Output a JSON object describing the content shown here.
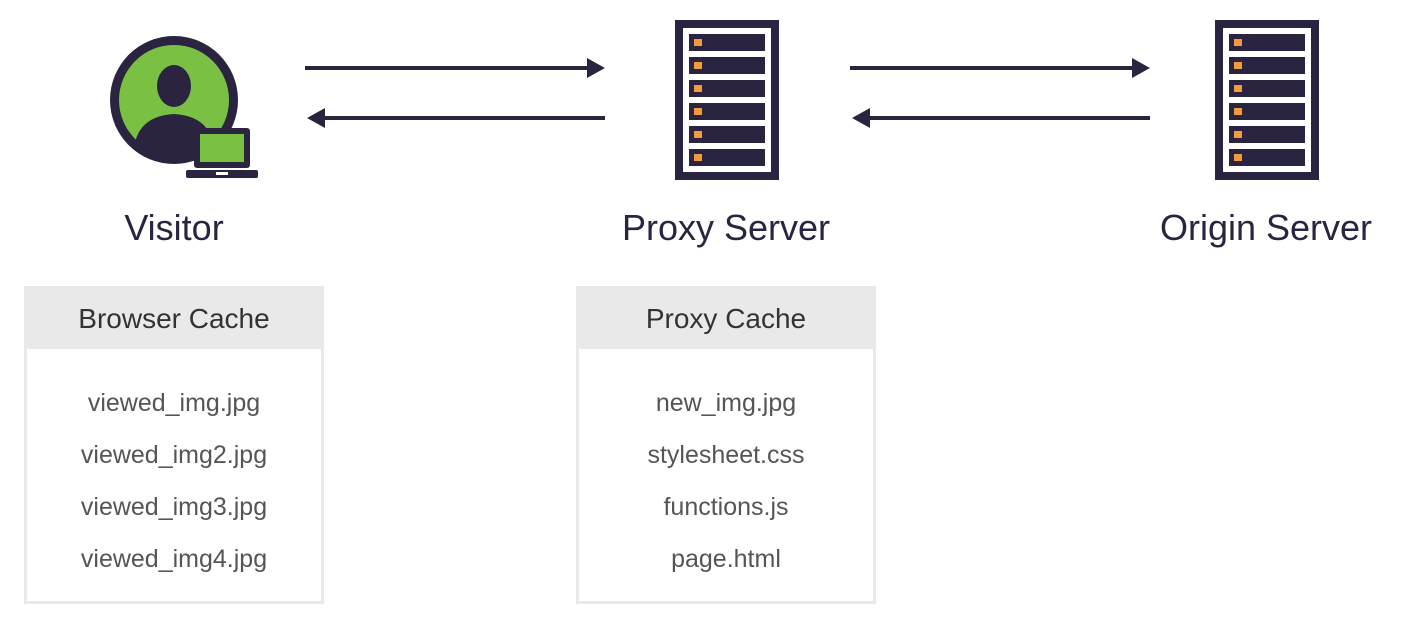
{
  "nodes": {
    "visitor": {
      "label": "Visitor",
      "icon": "user-with-laptop-icon"
    },
    "proxy": {
      "label": "Proxy Server",
      "icon": "server-rack-icon"
    },
    "origin": {
      "label": "Origin Server",
      "icon": "server-rack-icon"
    }
  },
  "caches": {
    "browser": {
      "title": "Browser Cache",
      "items": [
        "viewed_img.jpg",
        "viewed_img2.jpg",
        "viewed_img3.jpg",
        "viewed_img4.jpg"
      ]
    },
    "proxy": {
      "title": "Proxy Cache",
      "items": [
        "new_img.jpg",
        "stylesheet.css",
        "functions.js",
        "page.html"
      ]
    }
  },
  "colors": {
    "dark": "#2a2440",
    "accent_green": "#7ac143",
    "accent_orange": "#f39a3c",
    "box_border": "#e9e9e9"
  }
}
